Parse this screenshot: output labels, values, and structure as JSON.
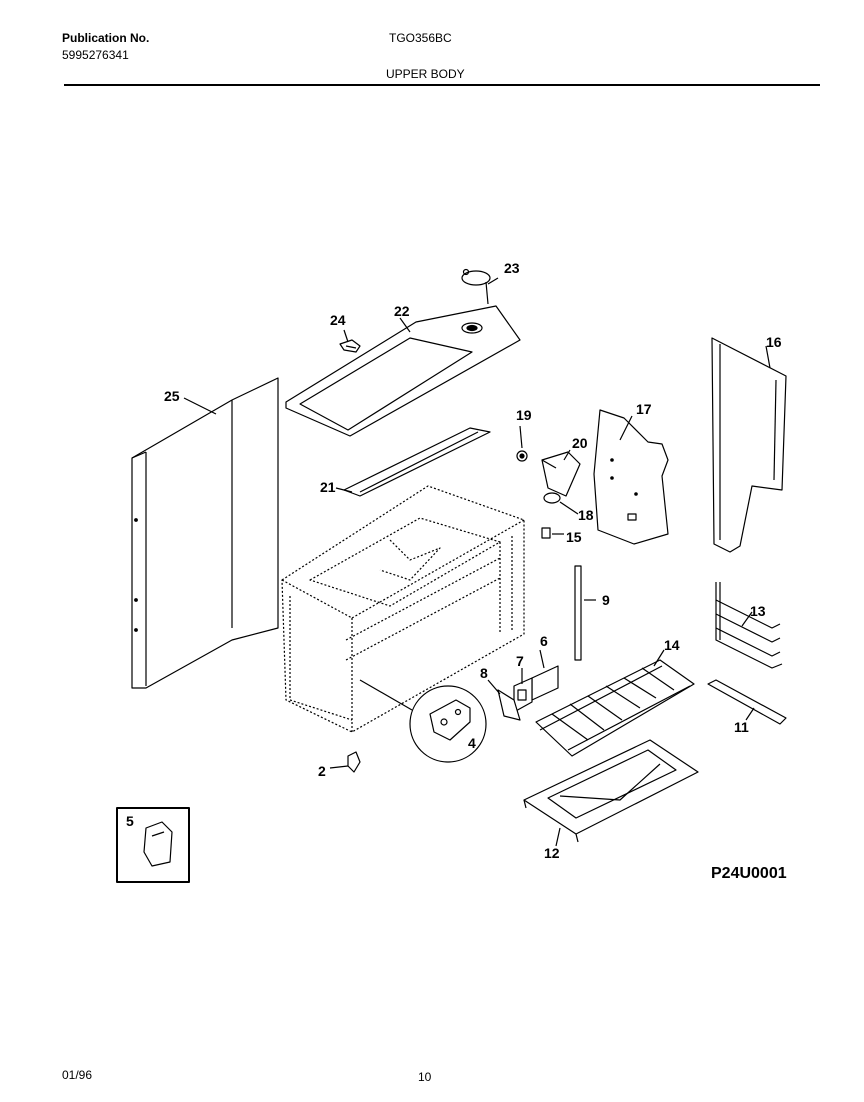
{
  "header": {
    "publication_label": "Publication No.",
    "publication_number": "5995276341",
    "model": "TGO356BC",
    "section": "UPPER BODY"
  },
  "diagram": {
    "callouts": {
      "c2": "2",
      "c4": "4",
      "c5": "5",
      "c6": "6",
      "c7": "7",
      "c8": "8",
      "c9": "9",
      "c11": "11",
      "c12": "12",
      "c13": "13",
      "c14": "14",
      "c15": "15",
      "c16": "16",
      "c17": "17",
      "c18": "18",
      "c19": "19",
      "c20": "20",
      "c21": "21",
      "c22": "22",
      "c23": "23",
      "c24": "24",
      "c25": "25"
    },
    "drawing_code": "P24U0001"
  },
  "footer": {
    "date": "01/96",
    "page": "10"
  }
}
